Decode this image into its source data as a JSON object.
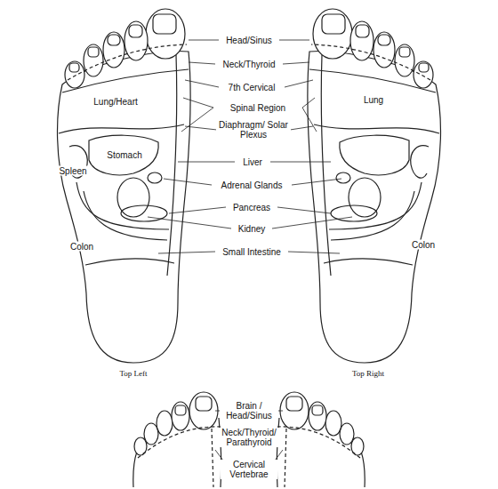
{
  "diagram": {
    "labels": [
      "Head/Sinus",
      "Neck/Thyroid",
      "7th Cervical",
      "Spinal Region",
      "Diaphragm/ Solar Plexus",
      "Liver",
      "Adrenal Glands",
      "Pancreas",
      "Kidney",
      "Small Intestine",
      "Lung/Heart",
      "Stomach",
      "Spleen",
      "Colon",
      "Lung",
      "Colon",
      "Top Left",
      "Top Right",
      "Brain / Head/Sinus",
      "Neck/Thyroid/ Parathyroid",
      "Cervical Vertebrae"
    ]
  }
}
